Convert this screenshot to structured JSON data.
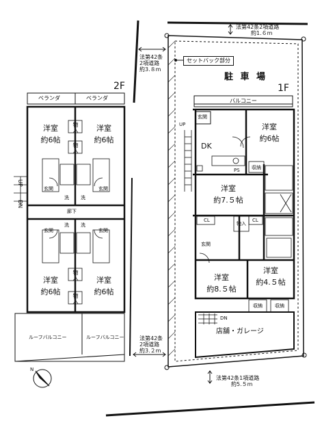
{
  "floor_2f": {
    "floor_label": "2F",
    "veranda_left": "ベランダ",
    "veranda_right": "ベランダ",
    "rooms": {
      "tl": {
        "type": "洋室",
        "size": "約6帖"
      },
      "tr": {
        "type": "洋室",
        "size": "約6帖"
      },
      "bl": {
        "type": "洋室",
        "size": "約6帖"
      },
      "br": {
        "type": "洋室",
        "size": "約6帖"
      }
    },
    "storage_1": "物入",
    "storage_2": "物入",
    "storage_3": "物入",
    "storage_4": "物入",
    "genkan_1": "玄関",
    "genkan_2": "玄関",
    "genkan_3": "玄関",
    "genkan_4": "玄関",
    "wash_1": "洗",
    "wash_2": "洗",
    "wash_3": "洗",
    "wash_4": "洗",
    "corridor": "廊下",
    "stairs_up": "UP",
    "stairs_dn": "DN",
    "roof_balcony_left": "ルーフバルコニー",
    "roof_balcony_right": "ルーフバルコニー"
  },
  "floor_1f": {
    "floor_label": "1F",
    "parking": "駐 車 場",
    "setback": "セットバック部分",
    "balcony": "バルコニー",
    "genkan_top": "玄関",
    "stairs_up": "UP",
    "dk": "DK",
    "ps": "PS",
    "storage_dk": "収納",
    "room_a": {
      "type": "洋室",
      "size": "約6帖"
    },
    "room_b": {
      "type": "洋室",
      "size": "約7.５帖"
    },
    "cl_left": "CL",
    "cl_right": "CL",
    "storage_mid": "物入",
    "genkan_mid": "玄関",
    "room_c": {
      "type": "洋室",
      "size": "約8.５帖"
    },
    "room_d": {
      "type": "洋室",
      "size": "約4.５帖"
    },
    "storage_d1": "収納",
    "storage_d2": "収納",
    "stairs_dn": "DN",
    "shop": "店舗・ガレージ"
  },
  "roads": {
    "top": {
      "line1": "法第42条2項道路",
      "line2": "約1.６m"
    },
    "middle": {
      "line1": "法第42条",
      "line2": "2項道路",
      "line3": "約3.８m"
    },
    "lower": {
      "line1": "法第42条",
      "line2": "2項道路",
      "line3": "約3.２m"
    },
    "bottom": {
      "line1": "法第42条1項道路",
      "line2": "約5.５m"
    }
  },
  "compass": {
    "label": "N"
  }
}
